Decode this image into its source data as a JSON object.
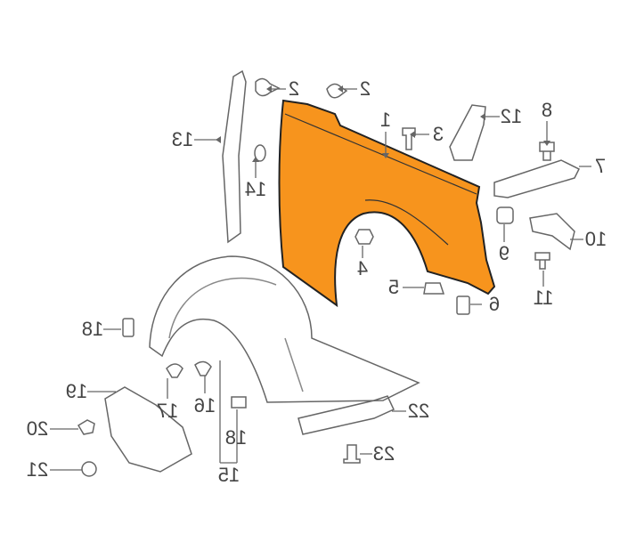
{
  "colors": {
    "highlight": "#F7941D",
    "line": "#555555"
  },
  "callouts": [
    {
      "id": "fender",
      "text": "1"
    },
    {
      "id": "clip-a",
      "text": "2"
    },
    {
      "id": "clip-b",
      "text": "2"
    },
    {
      "id": "push-pin",
      "text": "3"
    },
    {
      "id": "nut",
      "text": "4"
    },
    {
      "id": "retainer-5",
      "text": "5"
    },
    {
      "id": "bracket-6",
      "text": "6"
    },
    {
      "id": "bracket-7",
      "text": "7"
    },
    {
      "id": "bolt-8",
      "text": "8"
    },
    {
      "id": "nut-9",
      "text": "9"
    },
    {
      "id": "bracket-10",
      "text": "10"
    },
    {
      "id": "bolt-11",
      "text": "11"
    },
    {
      "id": "bracket-12",
      "text": "12"
    },
    {
      "id": "seal-13",
      "text": "13"
    },
    {
      "id": "washer-14",
      "text": "14"
    },
    {
      "id": "liner-15",
      "text": "15"
    },
    {
      "id": "clip-16",
      "text": "16"
    },
    {
      "id": "clip-17",
      "text": "17"
    },
    {
      "id": "retainer-18a",
      "text": "18"
    },
    {
      "id": "retainer-18b",
      "text": "18"
    },
    {
      "id": "shield-19",
      "text": "19"
    },
    {
      "id": "screw-20",
      "text": "20"
    },
    {
      "id": "clip-21",
      "text": "21"
    },
    {
      "id": "molding-22",
      "text": "22"
    },
    {
      "id": "screw-23",
      "text": "23"
    }
  ]
}
